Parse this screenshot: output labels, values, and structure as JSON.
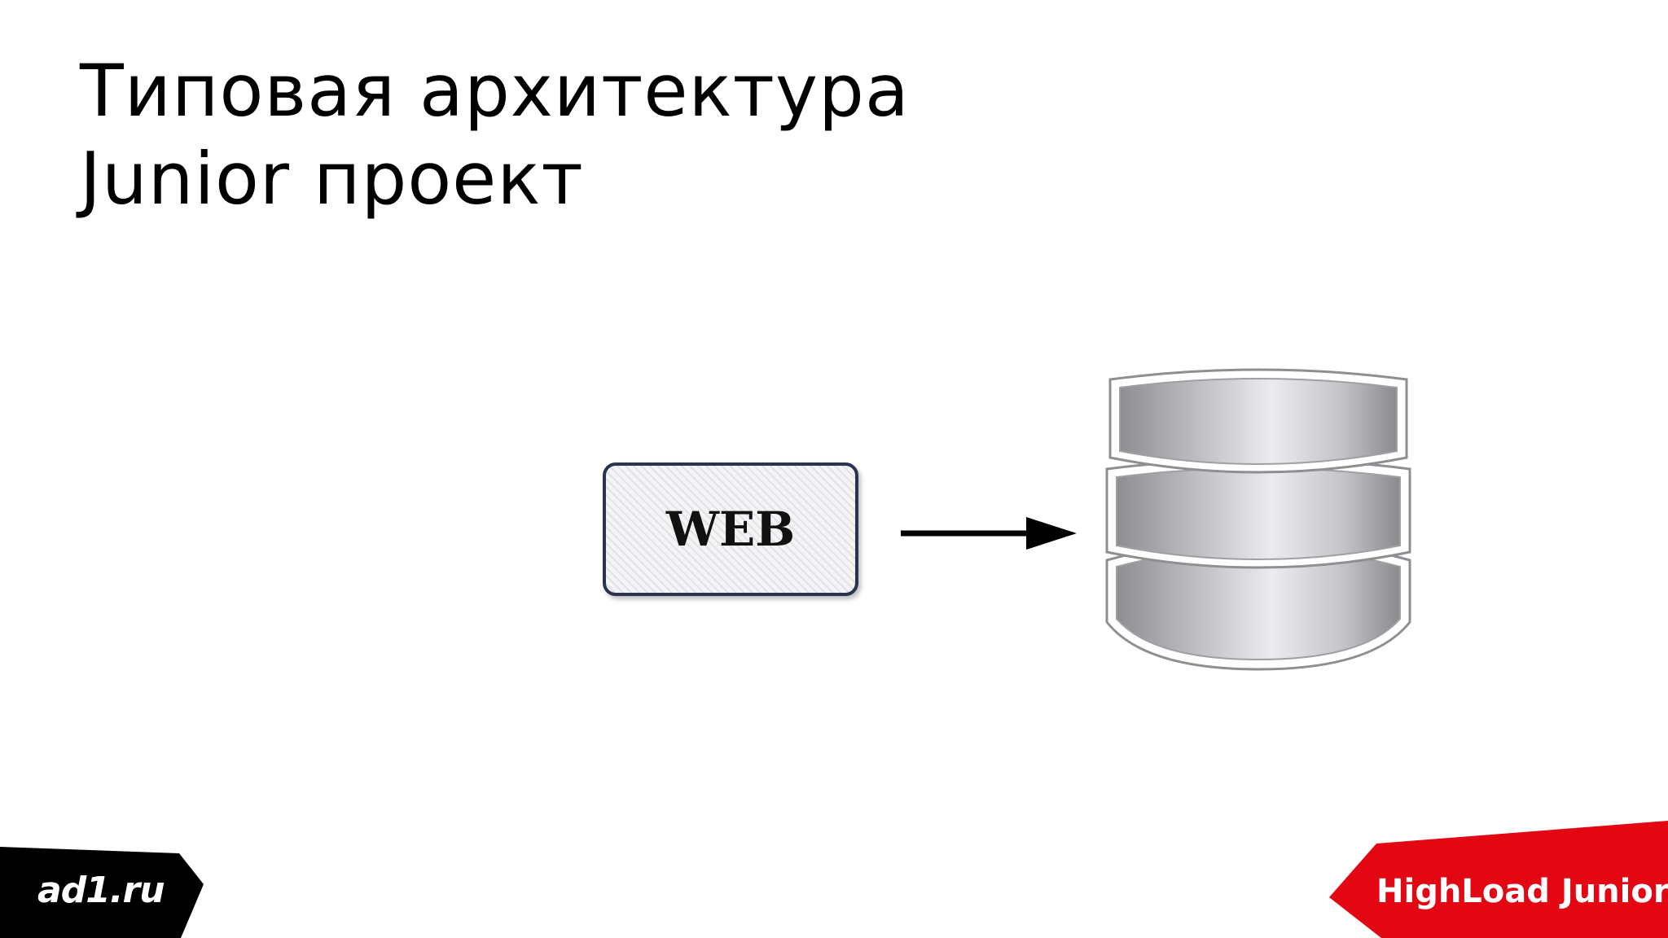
{
  "title": {
    "line1": "Типовая архитектура",
    "line2": "Junior проект"
  },
  "diagram": {
    "web_label": "WEB",
    "database_icon": "database-icon",
    "arrow": "arrow-right"
  },
  "footer": {
    "left_logo": "ad1.ru",
    "right_logo": "HighLoad Junior"
  },
  "colors": {
    "left_banner": "#000000",
    "right_banner": "#e30613",
    "web_box_border": "#2b3350"
  }
}
